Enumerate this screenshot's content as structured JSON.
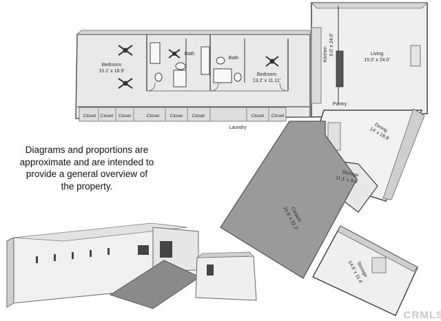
{
  "disclaimer": "Diagrams and proportions are approximate and are intended to provide a general overview of the property.",
  "rooms": {
    "bedroom1": {
      "name": "Bedroom",
      "dims": "15.1' x 16.9'"
    },
    "bath1": {
      "name": "Bath"
    },
    "bath2": {
      "name": "Bath"
    },
    "bedroom2": {
      "name": "Bedroom",
      "dims": "13.2' x 11.11'"
    },
    "kitchen": {
      "name": "Kitchen",
      "dims": "9.0' x 24.0'"
    },
    "living": {
      "name": "Living",
      "dims": "15.0' x 24.0'"
    },
    "pantry": {
      "name": "Pantry"
    },
    "laundry": {
      "name": "Laundry"
    },
    "dining": {
      "name": "Dining",
      "dims": "14' x 18.8'"
    },
    "storage1": {
      "name": "Storage",
      "dims": "11.1' x 9.4'"
    },
    "carport": {
      "name": "Carport",
      "dims": "24.6' x 22.2'"
    },
    "storage2": {
      "name": "Storage",
      "dims": "14.9' x 11.4'"
    }
  },
  "closets": [
    "Closet",
    "Closet",
    "Closet",
    "Closet",
    "Closet",
    "Closet",
    "Closet",
    "Closet"
  ],
  "watermark": "CRMLS",
  "colors": {
    "wall": "#555555",
    "floor": "#ececec",
    "wall_face": "#d0d0d0",
    "carport": "#9a9a9a"
  }
}
